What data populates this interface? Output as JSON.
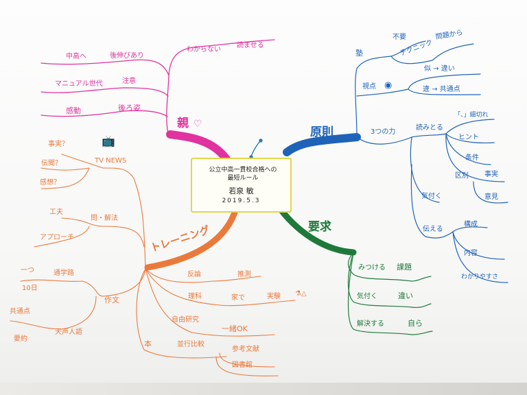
{
  "center": {
    "title_line1": "公立中高一貫校合格への",
    "title_line2": "最短ルール",
    "author": "若泉 敏",
    "date": "2019.5.3"
  },
  "branches": {
    "oya": {
      "label": "親",
      "icon": "heart-icon",
      "color": "#e0339f",
      "children": [
        {
          "label": "わからない",
          "child": "読ませる"
        },
        {
          "label": "中高へ",
          "child": "後伸びあり"
        },
        {
          "label": "マニュアル世代",
          "child": "注意"
        },
        {
          "label": "感動",
          "child": "後ろ姿"
        }
      ]
    },
    "gensoku": {
      "label": "原則",
      "color": "#1f63b8",
      "children": [
        {
          "label": "塾",
          "children": [
            {
              "label": "不要"
            },
            {
              "label": "テクニック",
              "child": "問題から"
            }
          ]
        },
        {
          "label": "視点",
          "icon": "eye-icon",
          "children": [
            {
              "label": "似 → 違い"
            },
            {
              "label": "違 → 共通点"
            }
          ]
        },
        {
          "label": "3つの力",
          "children": [
            {
              "label": "読みとる",
              "children": [
                {
                  "label": "「、」細切れ"
                },
                {
                  "label": "ヒント"
                },
                {
                  "label": "条件"
                },
                {
                  "label": "区別",
                  "children": [
                    {
                      "label": "事実"
                    },
                    {
                      "label": "意見"
                    }
                  ]
                }
              ]
            },
            {
              "label": "気付く"
            },
            {
              "label": "伝える",
              "children": [
                {
                  "label": "構成"
                },
                {
                  "label": "内容"
                },
                {
                  "label": "わかりやすさ"
                }
              ]
            }
          ]
        }
      ]
    },
    "yokyu": {
      "label": "要求",
      "color": "#1e7a3a",
      "children": [
        {
          "label": "みつける",
          "child": "課題"
        },
        {
          "label": "気付く",
          "child": "違い"
        },
        {
          "label": "解決する",
          "child": "自ら"
        }
      ]
    },
    "training": {
      "label": "トレーニング",
      "color": "#ea7a3c",
      "children": [
        {
          "label": "TV NEWS",
          "icon": "tv-icon",
          "children": [
            {
              "label": "事実？"
            },
            {
              "label": "伝聞？"
            },
            {
              "label": "感想？"
            }
          ]
        },
        {
          "label": "問・解法",
          "children": [
            {
              "label": "工夫"
            },
            {
              "label": "アプローチ"
            }
          ]
        },
        {
          "label": "作文",
          "children": [
            {
              "label": "通学路",
              "children": [
                {
                  "label": "一つ"
                },
                {
                  "label": "10日"
                }
              ]
            },
            {
              "label": "天声人語",
              "children": [
                {
                  "label": "共通点"
                },
                {
                  "label": "要約"
                }
              ]
            }
          ]
        },
        {
          "label": "反論",
          "child": "推測"
        },
        {
          "label": "理科",
          "child": "家で",
          "grandchild": "実験",
          "icon": "flask-icon"
        },
        {
          "label": "本",
          "children": [
            {
              "label": "自由研究",
              "child": "一緒OK"
            },
            {
              "label": "並行比較",
              "children": [
                {
                  "label": "参考文献"
                },
                {
                  "label": "図書館"
                }
              ]
            }
          ]
        }
      ]
    }
  }
}
